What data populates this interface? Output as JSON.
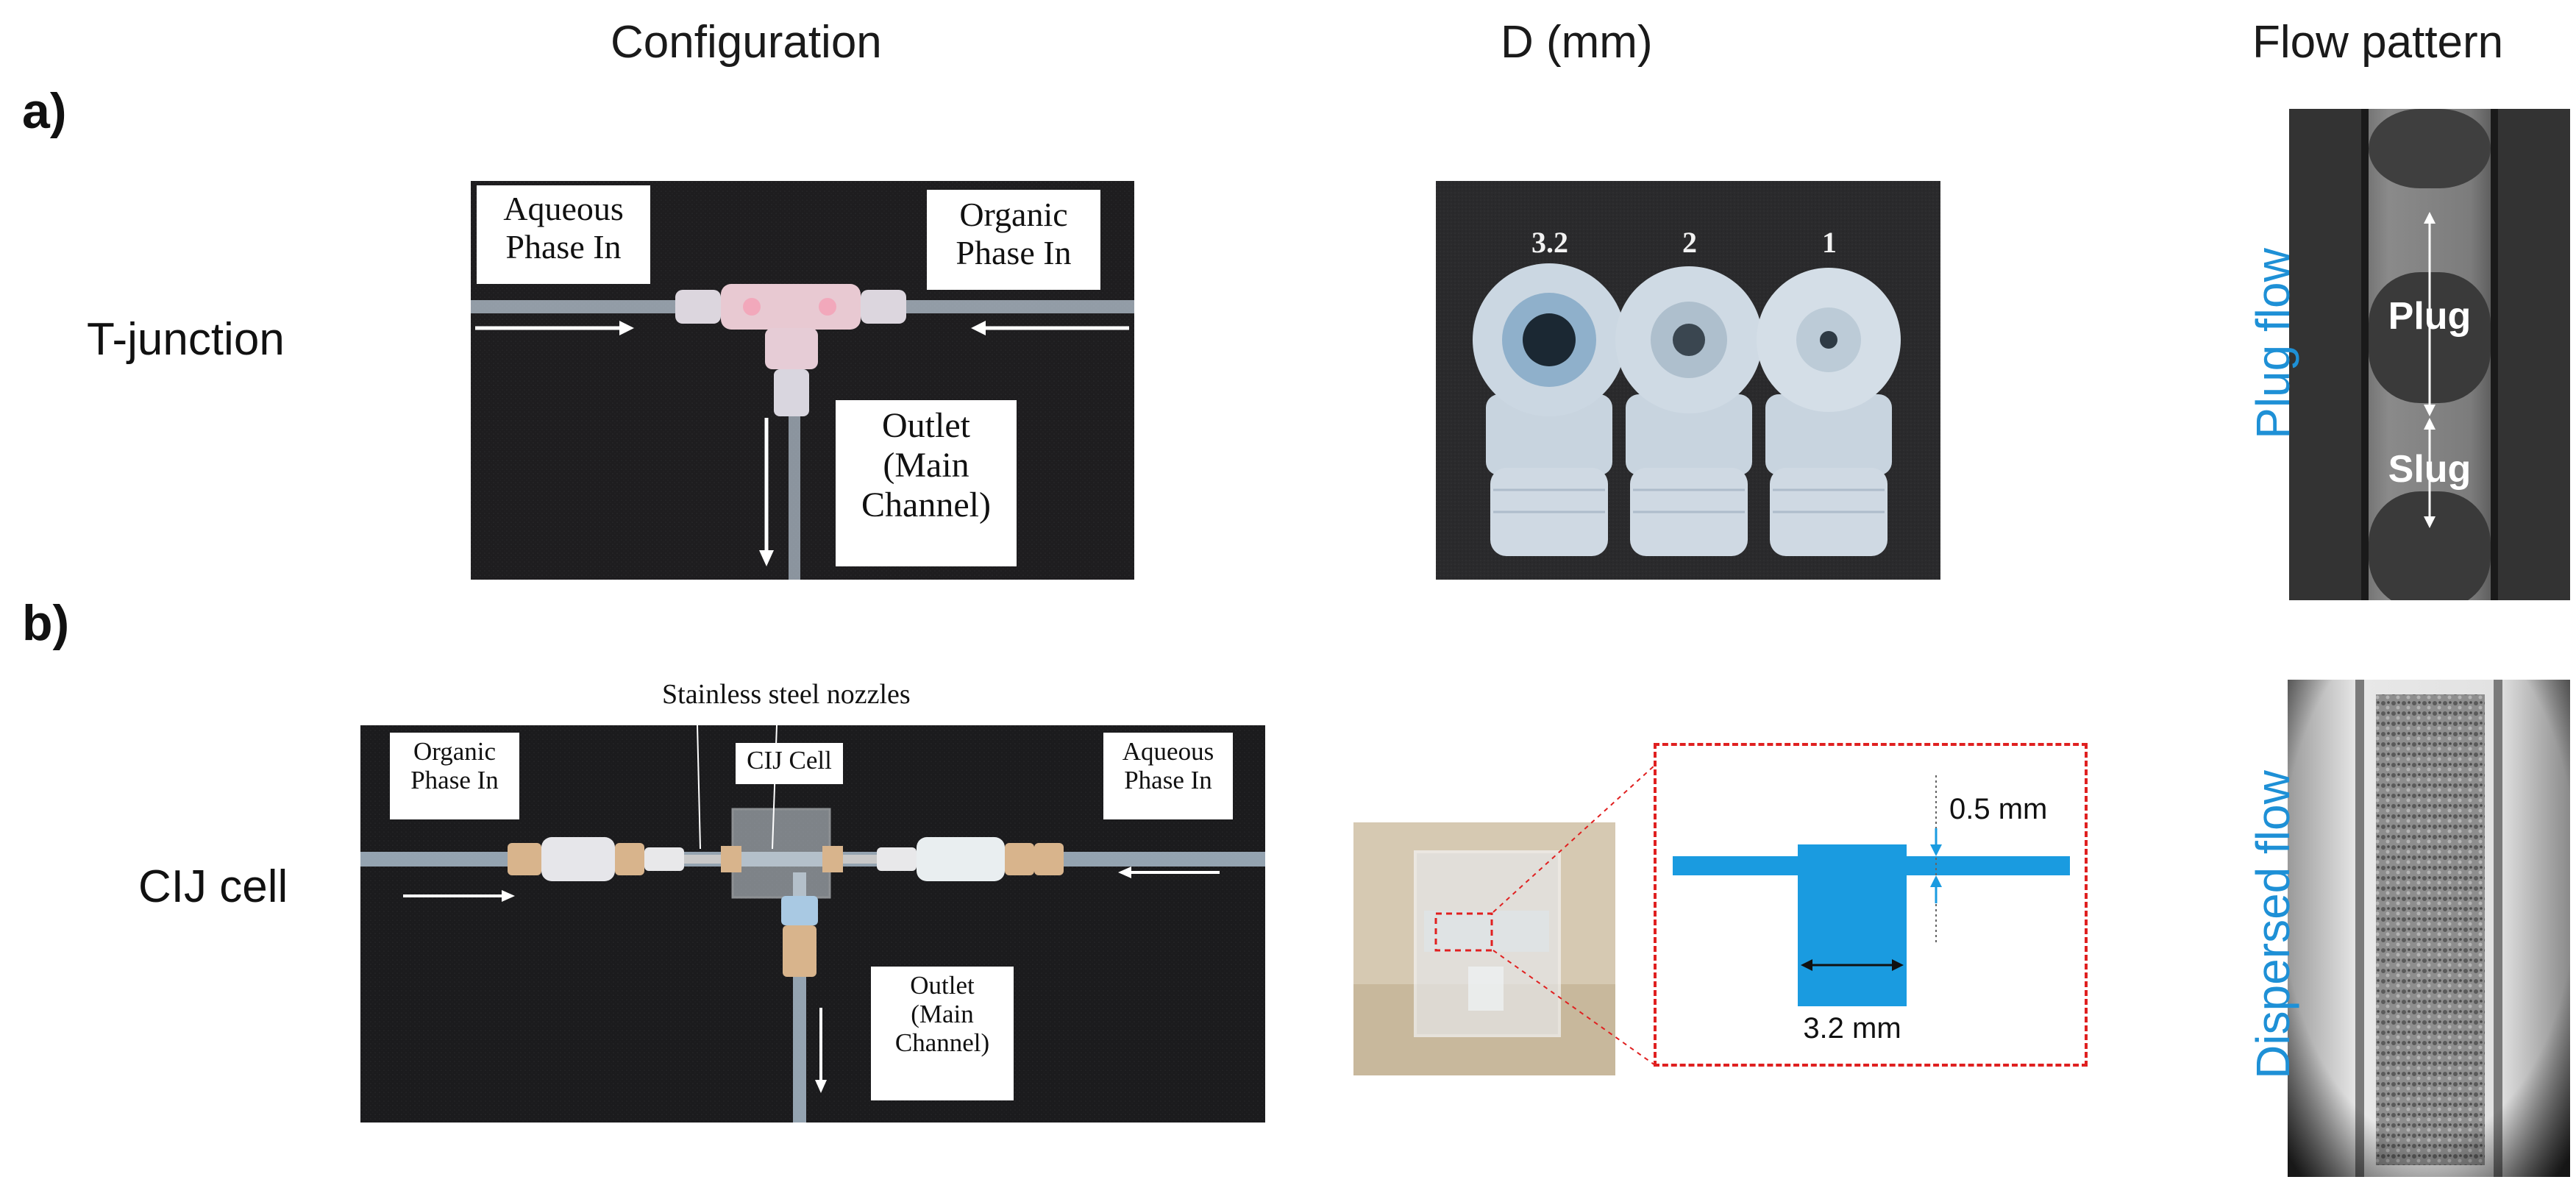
{
  "headers": {
    "configuration": "Configuration",
    "diameter": "D (mm)",
    "flow_pattern": "Flow pattern"
  },
  "panels": {
    "a": "a)",
    "b": "b)"
  },
  "rows": {
    "t_junction": "T-junction",
    "cij_cell": "CIJ cell"
  },
  "photo_a": {
    "aqueous_in": [
      "Aqueous",
      "Phase In"
    ],
    "organic_in": [
      "Organic",
      "Phase In"
    ],
    "outlet": [
      "Outlet",
      "(Main",
      "Channel)"
    ]
  },
  "photo_diameters": {
    "labels": [
      "3.2",
      "2",
      "1"
    ]
  },
  "photo_b": {
    "nozzles": "Stainless steel nozzles",
    "organic_in": [
      "Organic",
      "Phase In"
    ],
    "cij_cell": "CIJ Cell",
    "aqueous_in": [
      "Aqueous",
      "Phase In"
    ],
    "outlet": [
      "Outlet",
      "(Main",
      "Channel)"
    ]
  },
  "cij_schematic": {
    "gap": "0.5 mm",
    "width": "3.2 mm"
  },
  "flow_a": {
    "pattern": "Plug flow",
    "plug": "Plug",
    "slug": "Slug"
  },
  "flow_b": {
    "pattern": "Dispersed flow"
  },
  "colors": {
    "accent_blue": "#1e90d6",
    "schematic_blue": "#1a9be0",
    "dashed_red": "#e02020"
  }
}
